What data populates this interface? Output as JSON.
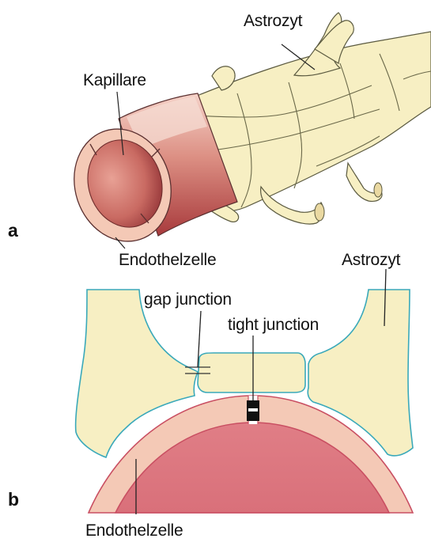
{
  "panel_a": {
    "letter": "a",
    "labels": {
      "astrozyt": "Astrozyt",
      "kapillare": "Kapillare",
      "endothelzelle": "Endothelzelle"
    }
  },
  "panel_b": {
    "letter": "b",
    "labels": {
      "astrozyt": "Astrozyt",
      "gap_junction": "gap junction",
      "tight_junction": "tight junction",
      "endothelzelle": "Endothelzelle"
    }
  },
  "colors": {
    "astrocyte_fill": "#f7f0c4",
    "astrocyte_outline": "#3aa9ba",
    "endothelium_fill": "#f4c9b6",
    "lumen_fill": "#e07e86",
    "vessel_rim": "#c94f62",
    "label_text": "#111111"
  }
}
